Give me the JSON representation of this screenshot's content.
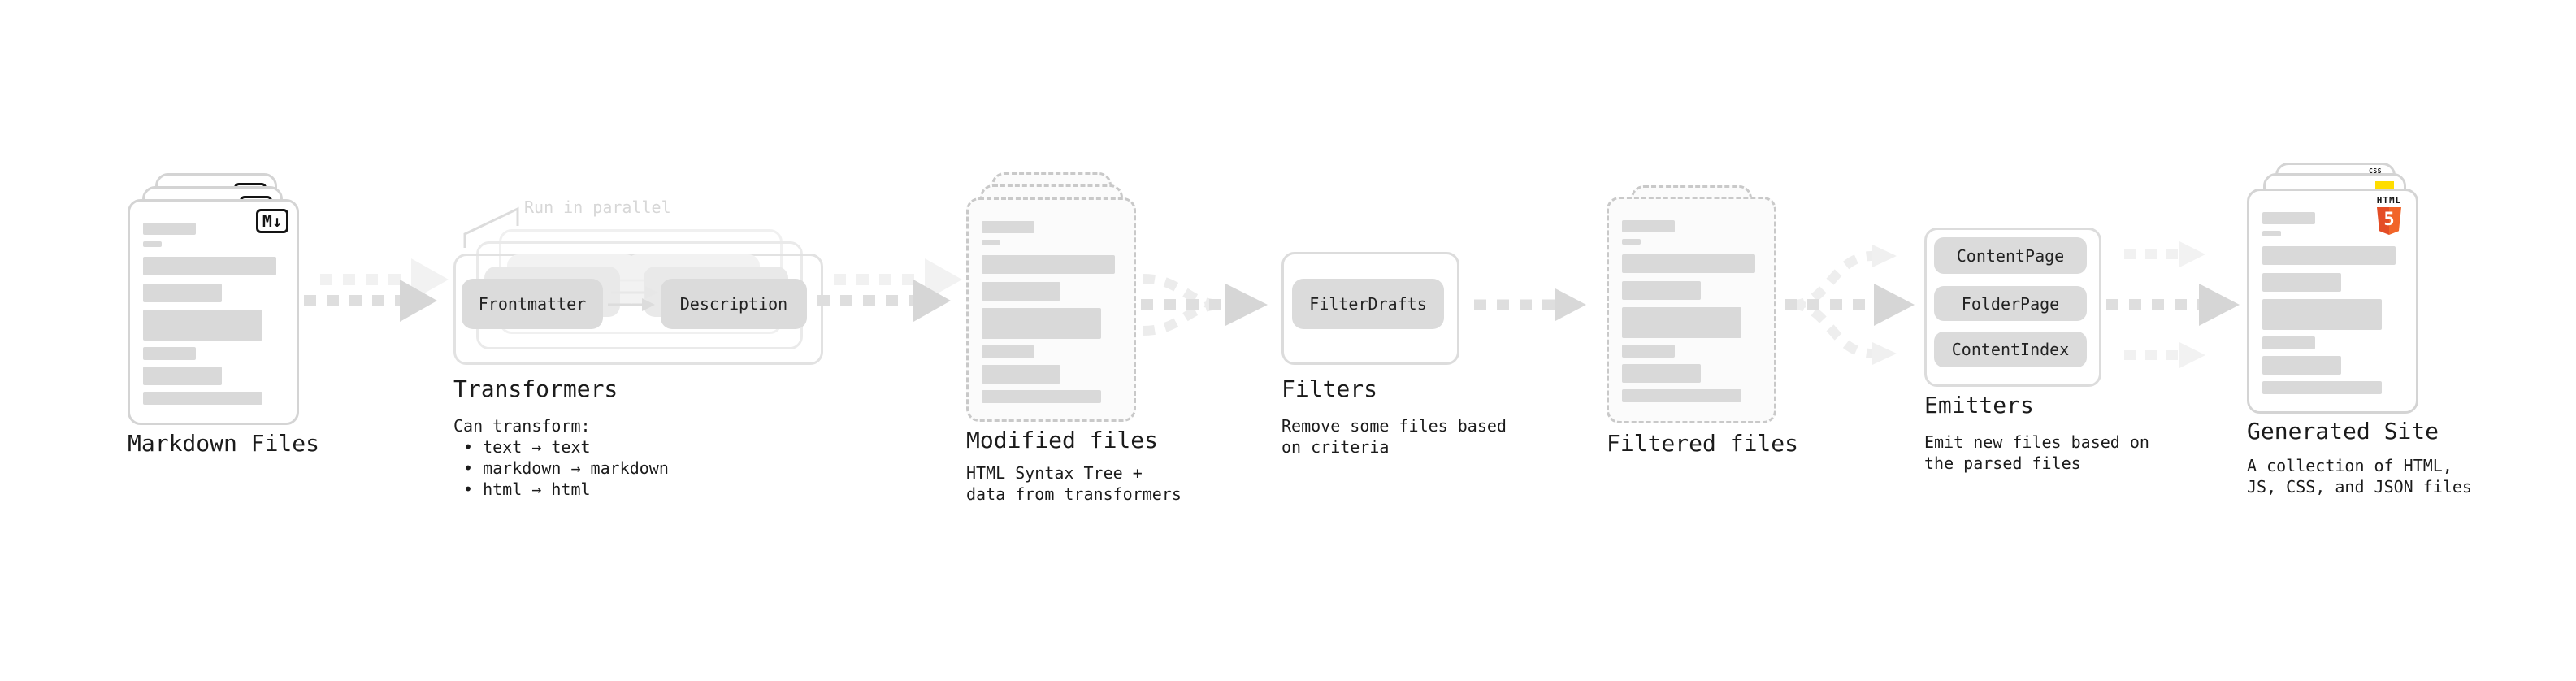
{
  "stages": {
    "markdown": {
      "title": "Markdown Files",
      "badge": "M↓"
    },
    "transformers": {
      "title": "Transformers",
      "annotation": "Run in parallel",
      "frontmatter": "Frontmatter",
      "description": "Description",
      "caption": "Can transform:",
      "bullets": [
        "• text → text",
        "• markdown → markdown",
        "• html → html"
      ]
    },
    "modified": {
      "title": "Modified files",
      "lines": [
        "HTML Syntax Tree +",
        "data from transformers"
      ]
    },
    "filters": {
      "title": "Filters",
      "filter_name": "FilterDrafts",
      "lines": [
        "Remove some files based",
        "on criteria"
      ]
    },
    "filtered": {
      "title": "Filtered files"
    },
    "emitters": {
      "title": "Emitters",
      "emitter_names": [
        "ContentPage",
        "FolderPage",
        "ContentIndex"
      ],
      "lines": [
        "Emit new files based on",
        "the parsed files"
      ]
    },
    "generated": {
      "title": "Generated Site",
      "lines": [
        "A collection of HTML,",
        "JS, CSS, and JSON files"
      ],
      "html_badge_label": "HTML",
      "html_badge_number": "5",
      "css_badge": "CSS"
    }
  },
  "colors": {
    "html5_orange": "#e44d26",
    "html5_orange_light": "#f16529",
    "js_yellow": "#ffdd00",
    "css_blue": "#2962ff",
    "placeholder_gray": "#d9d9d9",
    "arrow_gray": "#dedede",
    "arrow_gray_light": "#f1f1f1"
  }
}
